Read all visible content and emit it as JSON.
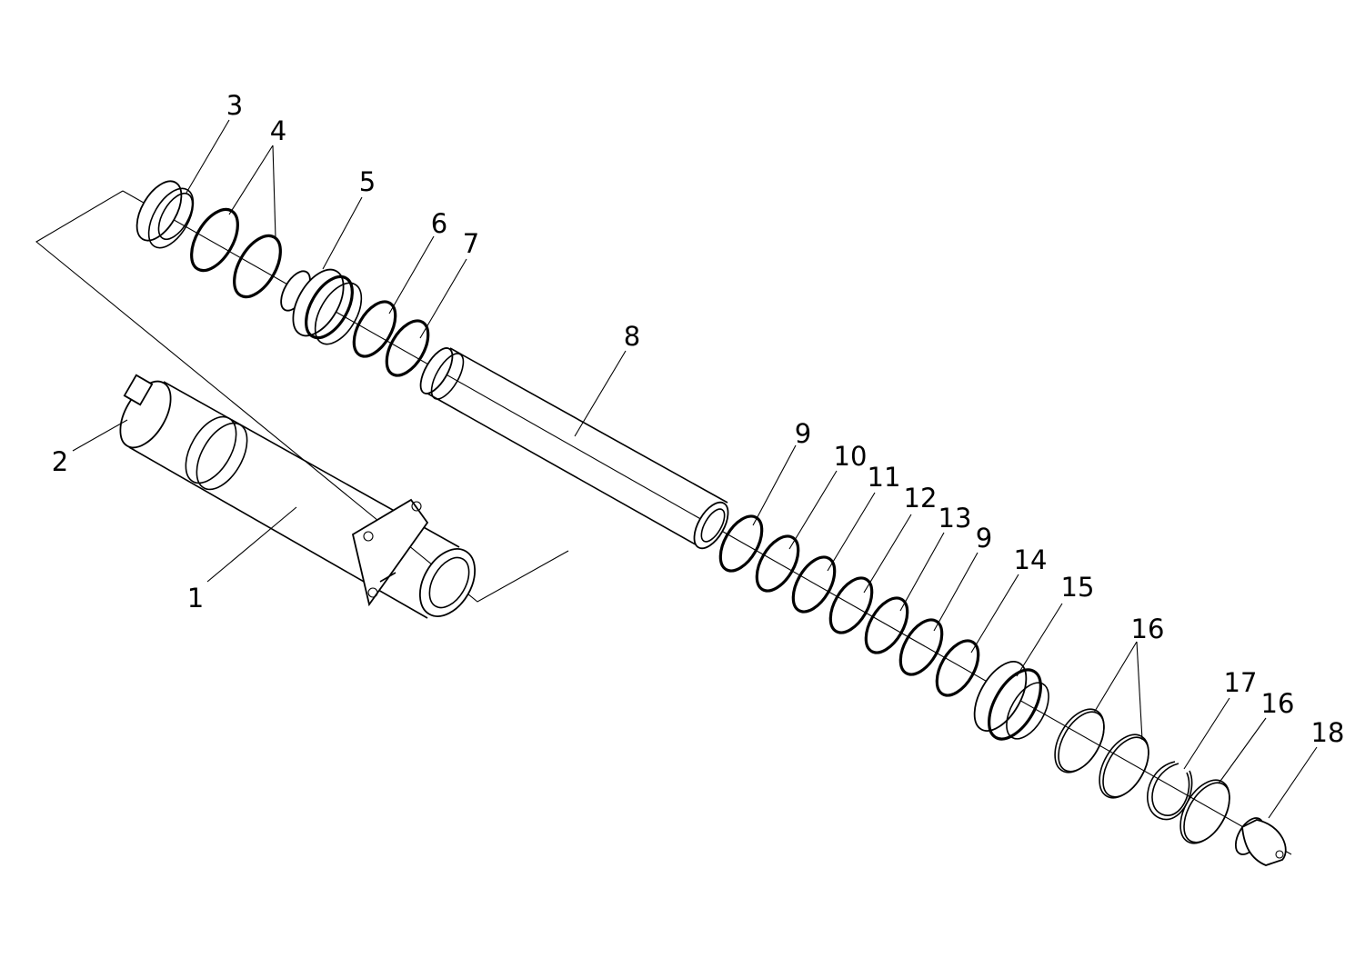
{
  "figure": {
    "callouts": [
      "3",
      "4",
      "5",
      "6",
      "7",
      "8",
      "2",
      "1",
      "9",
      "10",
      "11",
      "12",
      "13",
      "9",
      "14",
      "15",
      "16",
      "17",
      "16",
      "18"
    ]
  }
}
